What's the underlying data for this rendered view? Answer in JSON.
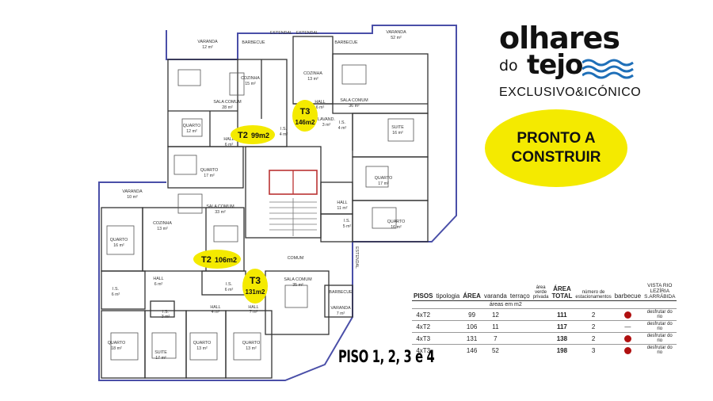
{
  "brand": {
    "line1": "olhares",
    "line2a": "do",
    "line2b": "tejo",
    "tagline": "EXCLUSIVO&ICÓNICO"
  },
  "badge": {
    "line1": "PRONTO A",
    "line2": "CONSTRUIR"
  },
  "floor_title": "PISO 1, 2, 3 e 4",
  "colors": {
    "badge": "#f4ea00",
    "wave": "#1e6fb8",
    "wall": "#4a4fa8",
    "dot": "#b01010",
    "label_highlight": "#f4ea00"
  },
  "units": [
    {
      "name": "T2",
      "area": "99m2"
    },
    {
      "name": "T3",
      "area": "146m2"
    },
    {
      "name": "T2",
      "area": "106m2"
    },
    {
      "name": "T3",
      "area": "131m2"
    }
  ],
  "rooms": {
    "varanda_12": [
      "VARANDA",
      "12 m²"
    ],
    "barbecue_1": [
      "BARBECUE",
      ""
    ],
    "estendal_1": [
      "ESTENDAL",
      ""
    ],
    "estendal_2": [
      "ESTENDAL",
      ""
    ],
    "barbecue_2": [
      "BARBECUE",
      ""
    ],
    "varanda_52": [
      "VARANDA",
      "52 m²"
    ],
    "cozinha_15": [
      "COZINHA",
      "15 m²"
    ],
    "cozinha_13a": [
      "COZINHA",
      "13 m²"
    ],
    "sala_28": [
      "SALA COMUM",
      "28 m²"
    ],
    "sala_36": [
      "SALA COMUM",
      "36 m²"
    ],
    "quarto_12": [
      "QUARTO",
      "12 m²"
    ],
    "hall_6a": [
      "HALL",
      "6 m²"
    ],
    "is_4a": [
      "I.S.",
      "4 m²"
    ],
    "hall_6b": [
      "HALL",
      "6 m²"
    ],
    "lavand": [
      "LAVAND.",
      "3 m²"
    ],
    "is_4b": [
      "I.S.",
      "4 m²"
    ],
    "suite_16a": [
      "SUITE",
      "16 m²"
    ],
    "quarto_17a": [
      "QUARTO",
      "17 m²"
    ],
    "quarto_17b": [
      "QUARTO",
      "17 m²"
    ],
    "varanda_10": [
      "VARANDA",
      "10 m²"
    ],
    "cozinha_13b": [
      "COZINHA",
      "13 m²"
    ],
    "sala_33": [
      "SALA COMUM",
      "33 m²"
    ],
    "hall_11": [
      "HALL",
      "11 m²"
    ],
    "quarto_16a": [
      "QUARTO",
      "16 m²"
    ],
    "quarto_16b": [
      "QUARTO",
      "16 m²"
    ],
    "is_5": [
      "I.S.",
      "5 m²"
    ],
    "comum": [
      "COMUM",
      ""
    ],
    "estendal_3": [
      "ESTENDAL",
      ""
    ],
    "hall_6c": [
      "HALL",
      "6 m²"
    ],
    "is_6a": [
      "I.S.",
      "6 m²"
    ],
    "is_6b": [
      "I.S.",
      "6 m²"
    ],
    "sala_35": [
      "SALA COMUM",
      "35 m²"
    ],
    "barbecue_3": [
      "BARBECUE",
      ""
    ],
    "varanda_7": [
      "VARANDA",
      "7 m²"
    ],
    "is_3": [
      "I.S.",
      "3 m²"
    ],
    "hall_4": [
      "HALL",
      "4 m²"
    ],
    "hall_7": [
      "HALL",
      "7 m²"
    ],
    "quarto_18": [
      "QUARTO",
      "18 m²"
    ],
    "suite_17": [
      "SUITE",
      "17 m²"
    ],
    "quarto_13a": [
      "QUARTO",
      "13 m²"
    ],
    "quarto_13b": [
      "QUARTO",
      "13 m²"
    ]
  },
  "table": {
    "headers": [
      "PISOS",
      "tipologia",
      "ÁREA",
      "varanda",
      "terraço",
      "área verde privada",
      "ÁREA TOTAL",
      "número de estacionamentos",
      "barbecue",
      "VISTA RIO LEZÍRIA S.ARRÁBIDA"
    ],
    "units_label": "áreas em m2",
    "rows": [
      {
        "pisos": "4xT2",
        "area": "99",
        "varanda": "12",
        "terraco": "",
        "verde": "",
        "total": "111",
        "estac": "2",
        "barbecue": true,
        "vista": "desfrutar do rio"
      },
      {
        "pisos": "4xT2",
        "area": "106",
        "varanda": "11",
        "terraco": "",
        "verde": "",
        "total": "117",
        "estac": "2",
        "barbecue": false,
        "barbecue_text": "—",
        "vista": "desfrutar do rio"
      },
      {
        "pisos": "4xT3",
        "area": "131",
        "varanda": "7",
        "terraco": "",
        "verde": "",
        "total": "138",
        "estac": "2",
        "barbecue": true,
        "vista": "desfrutar do rio"
      },
      {
        "pisos": "4xT3",
        "area": "146",
        "varanda": "52",
        "terraco": "",
        "verde": "",
        "total": "198",
        "estac": "3",
        "barbecue": true,
        "vista": "desfrutar do rio"
      }
    ]
  }
}
